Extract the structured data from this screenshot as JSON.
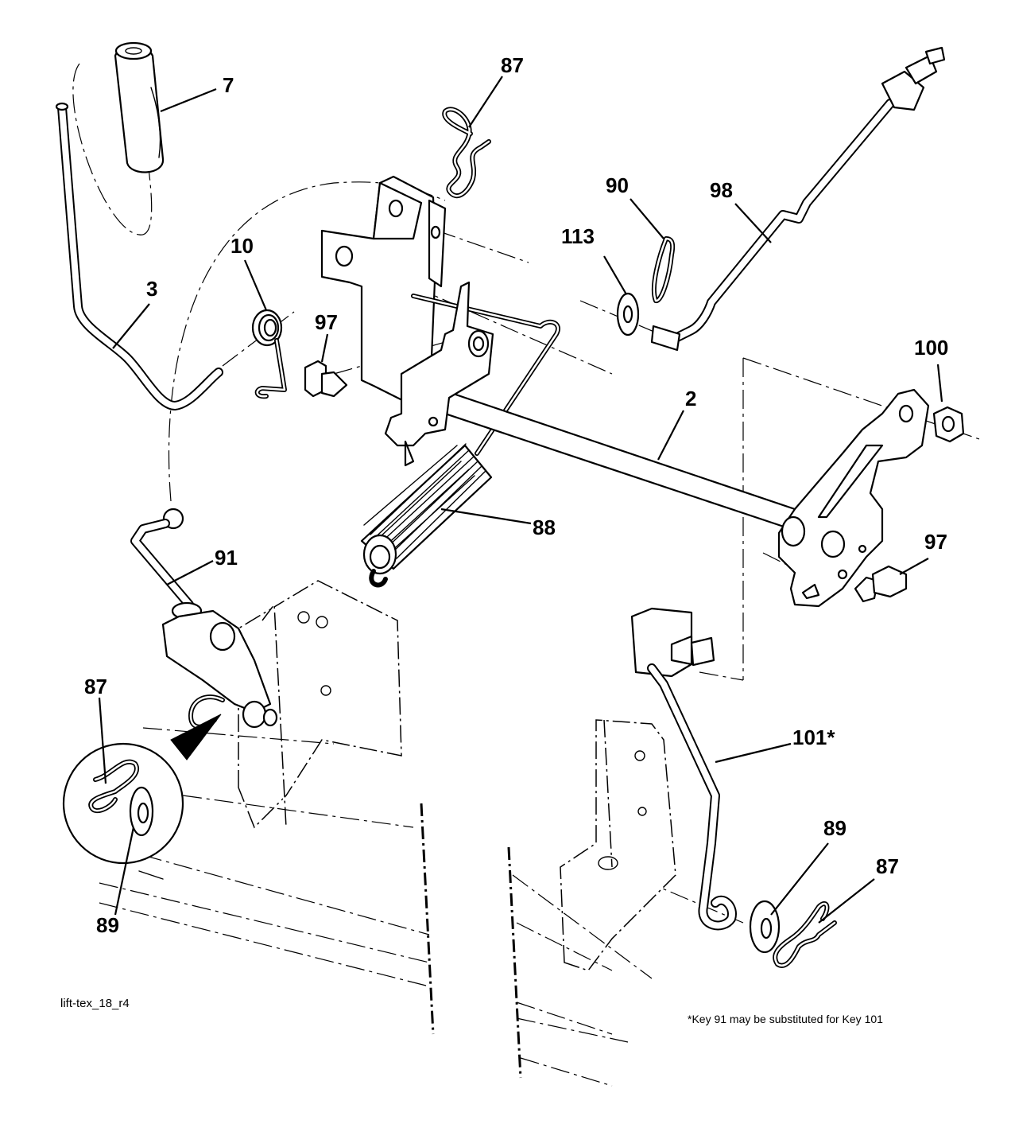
{
  "drawing_id": "lift-tex_18_r4",
  "footnote": "*Key 91 may be substituted for Key 101",
  "callouts": {
    "k7": "7",
    "k87_top": "87",
    "k90": "90",
    "k98": "98",
    "k113": "113",
    "k10": "10",
    "k3": "3",
    "k97_left": "97",
    "k100": "100",
    "k2": "2",
    "k88": "88",
    "k97_right": "97",
    "k91": "91",
    "k87_left": "87",
    "k89_left": "89",
    "k101": "101*",
    "k89_right": "89",
    "k87_right": "87"
  }
}
